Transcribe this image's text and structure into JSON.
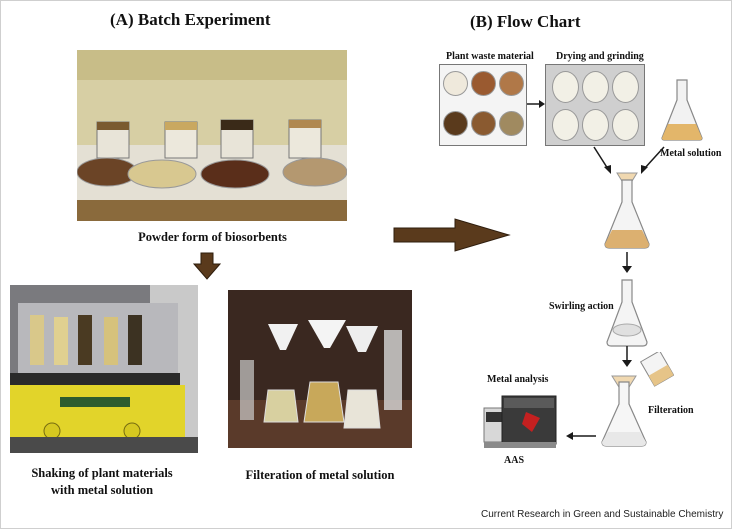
{
  "panel_a": {
    "title": "(A)  Batch Experiment",
    "caption_powder": "Powder form of biosorbents",
    "caption_shaking_line1": "Shaking of plant materials",
    "caption_shaking_line2": "with metal solution",
    "caption_filteration": "Filteration of metal solution"
  },
  "panel_b": {
    "title": "(B)   Flow Chart",
    "plant_waste": "Plant waste material",
    "drying": "Drying and grinding",
    "metal_solution": "Metal solution",
    "swirling": "Swirling action",
    "filteration": "Filteration",
    "metal_analysis": "Metal analysis",
    "aas": "AAS"
  },
  "credit": "Current Research in Green and Sustainable Chemistry",
  "colors": {
    "arrow_brown": "#5a3a1c",
    "flow_arrow": "#1a1a1a",
    "shaker_yellow": "#e2d42a",
    "liquid_amber": "#d8b06a"
  }
}
